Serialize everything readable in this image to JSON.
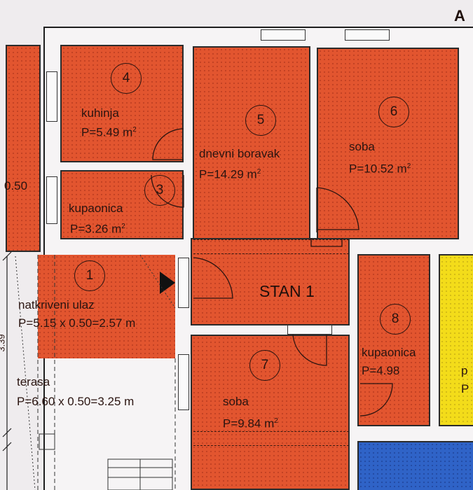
{
  "plan": {
    "corner_text": "A",
    "left_dimension": "0.50",
    "vertical_dimension": "3.39",
    "apartment_label": "STAN 1",
    "rooms": [
      {
        "number": "1",
        "name": "natkriveni ulaz",
        "area": "P=5.15 x 0.50=2.57 m"
      },
      {
        "number": "3",
        "name": "kupaonica",
        "area": "P=3.26 m",
        "unit_sup": "2"
      },
      {
        "number": "4",
        "name": "kuhinja",
        "area": "P=5.49 m",
        "unit_sup": "2"
      },
      {
        "number": "5",
        "name": "dnevni boravak",
        "area": "P=14.29 m",
        "unit_sup": "2"
      },
      {
        "number": "6",
        "name": "soba",
        "area": "P=10.52 m",
        "unit_sup": "2"
      },
      {
        "number": "7",
        "name": "soba",
        "area": "P=9.84 m",
        "unit_sup": "2"
      },
      {
        "number": "8",
        "name": "kupaonica",
        "area": "P=4.98"
      }
    ],
    "terrace": {
      "name": "terasa",
      "area": "P=6.60 x 0.50=3.25 m"
    },
    "partial_label_1": "p",
    "partial_label_2": "P",
    "colors": {
      "room": "#e2552f",
      "yellow": "#f3dc1a",
      "blue": "#2f63c7",
      "wall": "#1e1e1e"
    }
  }
}
